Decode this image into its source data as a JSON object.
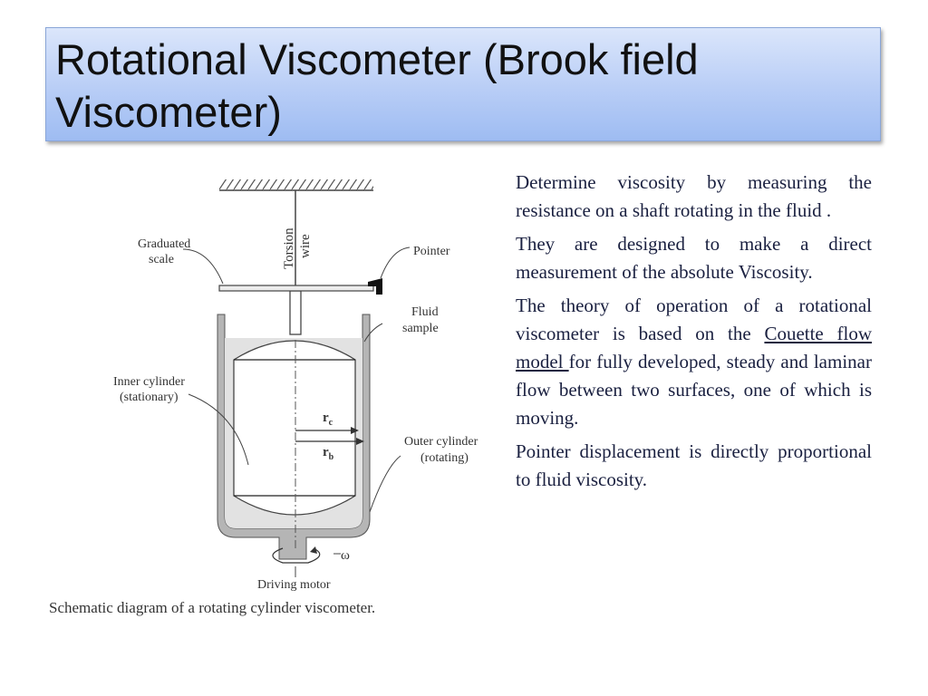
{
  "title": "Rotational Viscometer (Brook field Viscometer)",
  "diagram": {
    "labels": {
      "torsion": "Torsion",
      "wire": "wire",
      "graduated": "Graduated",
      "scale": "scale",
      "pointer": "Pointer",
      "fluid": "Fluid",
      "sample": "sample",
      "inner_cylinder": "Inner cylinder",
      "stationary": "(stationary)",
      "rc": "r",
      "rc_sub": "c",
      "rb": "r",
      "rb_sub": "b",
      "outer_cylinder": "Outer cylinder",
      "rotating": "(rotating)",
      "omega": "ω",
      "driving_motor": "Driving motor"
    },
    "caption": "Schematic diagram of a rotating cylinder viscometer."
  },
  "content": {
    "p1": "Determine viscosity by measuring the resistance on a shaft rotating in the fluid .",
    "p2": "They are designed to make a direct measurement of the absolute Viscosity.",
    "p3_before": "The theory of operation of a rotational viscometer is based on the ",
    "p3_link": "Couette flow model ",
    "p3_after": "for fully developed, steady and laminar flow between two surfaces, one of which is moving.",
    "p4": "Pointer displacement is directly proportional to fluid viscosity."
  }
}
